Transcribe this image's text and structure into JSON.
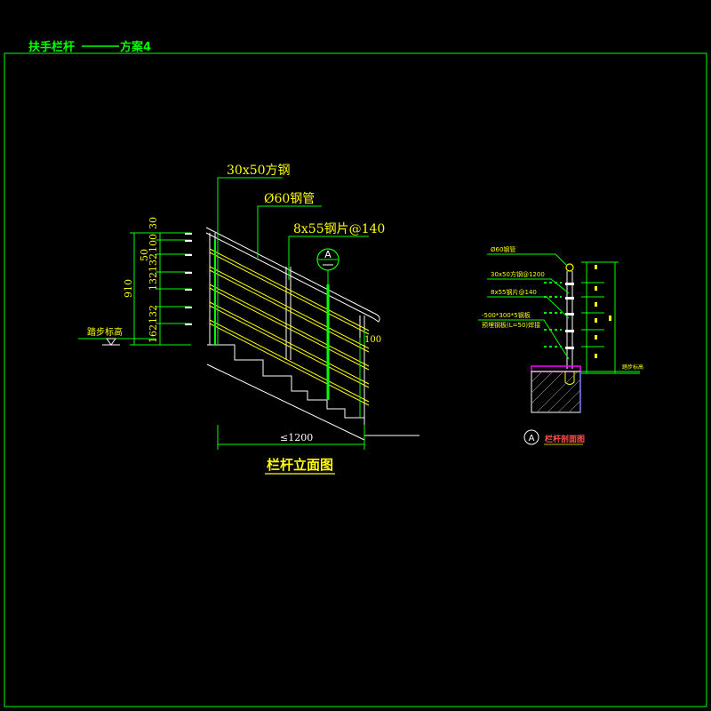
{
  "colors": {
    "background": "#000000",
    "frame": "#00ff00",
    "line_white": "#ffffff",
    "line_yellow": "#ffff00",
    "line_green": "#00ff00",
    "label_yellow": "#ffff00",
    "label_red": "#ff5050",
    "label_magenta": "#ff00ff",
    "label_cyan": "#00ffff"
  },
  "header": {
    "title_left": "扶手栏杆",
    "title_right": "方案4"
  },
  "elevation": {
    "callout_square_tube": "30x50方钢",
    "callout_round_tube": "Ø60钢管",
    "callout_flat_bar": "8x55钢片@140",
    "dim_30": "30",
    "dim_50": "50",
    "dim_100": "100",
    "dim_132a": "132",
    "dim_132b": "132",
    "dim_132c": "132",
    "dim_162": "162",
    "dim_910": "910",
    "dim_right_100": "100",
    "dim_bottom": "≤1200",
    "step_level_label": "踏步标高",
    "section_marker": "A",
    "title": "栏杆立面图"
  },
  "section": {
    "label_1": "Ø60钢管",
    "label_2": "30x50方钢@1200",
    "label_3": "8x55钢片@140",
    "label_4": "-500*300*5钢板",
    "label_5": "预埋钢板(L=50)焊接",
    "floor_label": "踏步标高",
    "marker": "A",
    "title": "栏杆剖面图"
  }
}
